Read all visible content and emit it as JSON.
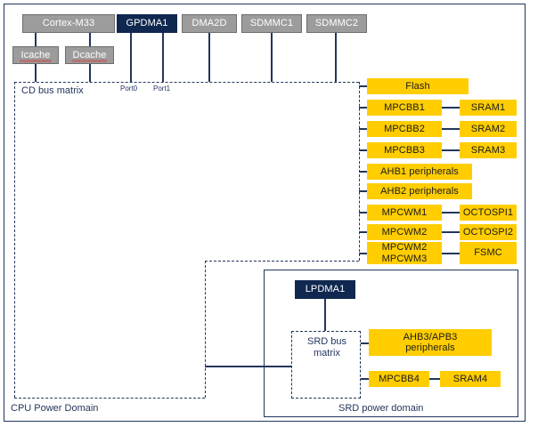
{
  "diagram": {
    "title_cpu_domain": "CPU Power Domain",
    "title_srd_domain": "SRD power domain",
    "cd_bus_matrix_label": "CD bus matrix",
    "srd_bus_matrix_label": "SRD bus\nmatrix",
    "port_labels": [
      "Port0",
      "Port1"
    ],
    "colors": {
      "gray_block": "#9c9c9c",
      "navy_block": "#10284f",
      "yellow_block": "#ffcd00",
      "line": "#22365c",
      "text_dark": "#1b1b1b",
      "text_light": "#ffffff"
    }
  },
  "masters": [
    {
      "label": "Cortex-M33",
      "style": "gray"
    },
    {
      "label": "GPDMA1",
      "style": "navy"
    },
    {
      "label": "DMA2D",
      "style": "gray"
    },
    {
      "label": "SDMMC1",
      "style": "gray"
    },
    {
      "label": "SDMMC2",
      "style": "gray"
    }
  ],
  "caches": [
    {
      "label": "Icache",
      "style": "gray",
      "misspelled": true
    },
    {
      "label": "Dcache",
      "style": "gray",
      "misspelled": true
    }
  ],
  "cd_slaves": [
    {
      "label": "Flash",
      "peer": null
    },
    {
      "label": "MPCBB1",
      "peer": "SRAM1"
    },
    {
      "label": "MPCBB2",
      "peer": "SRAM2"
    },
    {
      "label": "MPCBB3",
      "peer": "SRAM3"
    },
    {
      "label": "AHB1 peripherals",
      "peer": null,
      "wide": true
    },
    {
      "label": "AHB2 peripherals",
      "peer": null,
      "wide": true
    },
    {
      "label": "MPCWM1",
      "peer": "OCTOSPI1"
    },
    {
      "label": "MPCWM2",
      "peer": "OCTOSPI2"
    },
    {
      "label": "MPCWM2\nMPCWM3",
      "peer": "FSMC"
    }
  ],
  "srd": {
    "master": {
      "label": "LPDMA1",
      "style": "navy"
    },
    "slaves": [
      {
        "label": "AHB3/APB3\nperipherals",
        "peer": null
      },
      {
        "label": "MPCBB4",
        "peer": "SRAM4"
      }
    ]
  }
}
